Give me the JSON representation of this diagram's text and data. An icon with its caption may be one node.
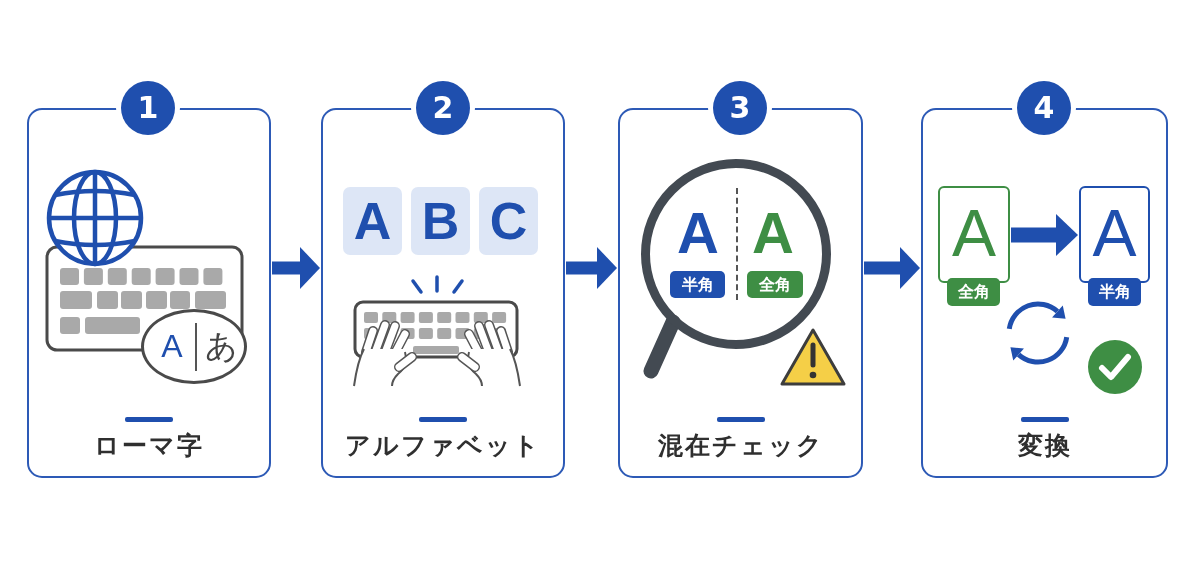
{
  "diagram": {
    "nodes": [
      {
        "text": [
          "1"
        ]
      },
      {
        "text": [
          "ローマ字"
        ]
      },
      {
        "text": [
          "A",
          "あ"
        ],
        "in": 1
      },
      {
        "text": [
          "2"
        ]
      },
      {
        "text": [
          "アルファベット"
        ]
      },
      {
        "text": [
          "A"
        ],
        "in": 4
      },
      {
        "text": [
          "B"
        ],
        "in": 4
      },
      {
        "text": [
          "C"
        ],
        "in": 4
      },
      {
        "text": [
          "3"
        ]
      },
      {
        "text": [
          "混在チェック"
        ]
      },
      {
        "text": [
          "A",
          "A"
        ],
        "in": 9
      },
      {
        "text": [
          "半角"
        ],
        "in": 10
      },
      {
        "text": [
          "全角"
        ],
        "in": 10
      },
      {
        "text": [
          "4"
        ]
      },
      {
        "text": [
          "変換"
        ]
      },
      {
        "text": [
          "A"
        ],
        "in": 14
      },
      {
        "text": [
          "全角"
        ],
        "in": 14
      },
      {
        "text": [
          "A"
        ],
        "in": 14
      },
      {
        "text": [
          "半角"
        ],
        "in": 14
      }
    ],
    "edges": [
      {
        "from": 1,
        "to": 4,
        "arrow": "to"
      },
      {
        "from": 4,
        "to": 9,
        "arrow": "to"
      },
      {
        "from": 9,
        "to": 14,
        "arrow": "to"
      },
      {
        "from": 15,
        "to": 17,
        "arrow": "to"
      }
    ]
  }
}
